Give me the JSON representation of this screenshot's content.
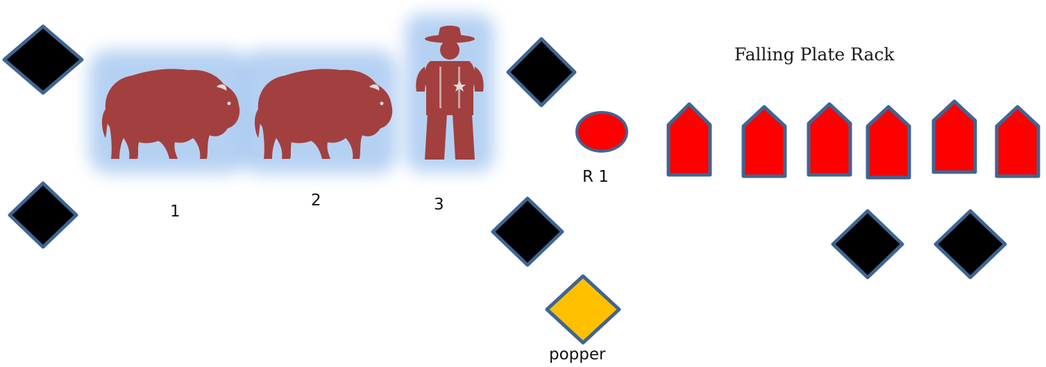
{
  "diagram": {
    "rack_title": "Falling Plate Rack",
    "target_labels": {
      "t1": "1",
      "t2": "2",
      "t3": "3"
    },
    "round_plate_label": "R 1",
    "popper_label": "popper",
    "falling_plate_count": 6,
    "colors": {
      "barrel": "#000000",
      "barrel_outline": "#3f6592",
      "popper": "#ffc000",
      "plate": "#ff0000",
      "target_glow": "#8fb9ec",
      "target_fill": "#a2403f"
    },
    "icons": [
      "bison-target-icon",
      "bison-target-icon",
      "cowboy-target-icon"
    ]
  }
}
